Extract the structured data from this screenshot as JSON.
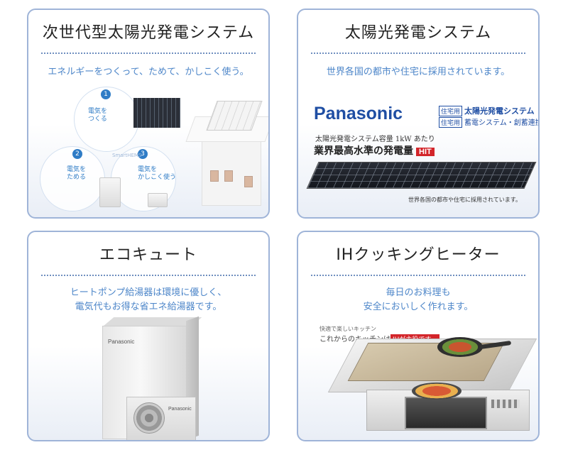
{
  "cards": [
    {
      "title": "次世代型太陽光発電システム",
      "subtitle": "エネルギーをつくって、ためて、かしこく使う。",
      "diagram": {
        "step1_number": "1",
        "step1_label_line1": "電気を",
        "step1_label_line2": "つくる",
        "step2_number": "2",
        "step2_label_line1": "電気を",
        "step2_label_line2": "ためる",
        "step3_number": "3",
        "step3_label_line1": "電気を",
        "step3_label_line2": "かしこく使う",
        "center_label": "SmartHEMS"
      }
    },
    {
      "title": "太陽光発電システム",
      "subtitle": "世界各国の都市や住宅に採用されています。",
      "brand": "Panasonic",
      "tag1_box": "住宅用",
      "tag1_text": "太陽光発電システム",
      "tag2_box": "住宅用",
      "tag2_text": "蓄電システム・創蓄連携システム",
      "caption_small": "太陽光発電システム容量 1kW あたり",
      "caption_big": "業界最高水準の発電量",
      "badge": "HIT",
      "footer": "世界各国の都市や住宅に採用されています。"
    },
    {
      "title": "エコキュート",
      "subtitle_line1": "ヒートポンプ給湯器は環境に優しく、",
      "subtitle_line2": "電気代もお得な省エネ給湯器です。",
      "unit_brand": "Panasonic",
      "outdoor_brand": "Panasonic"
    },
    {
      "title": "IHクッキングヒーター",
      "subtitle_line1": "毎日のお料理も",
      "subtitle_line2": "安全においしく作れます。",
      "small_caption": "快適で楽しいキッチン",
      "line_prefix": "これからのキッチンは",
      "line_badge": "IHが主役です。"
    }
  ],
  "colors": {
    "card_border": "#9fb4d8",
    "subtitle_blue": "#4d86c9",
    "brand_blue": "#1f4ea3",
    "accent_red": "#d3252a"
  }
}
